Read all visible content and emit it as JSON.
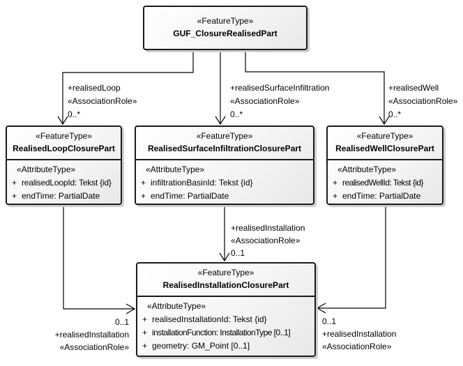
{
  "symbols": {
    "plus": "+"
  },
  "colors": {
    "background": "#ffffff",
    "box_border": "#1b1b1b",
    "box_fill_light": "#ffffff",
    "box_fill_dark": "#e8e8e8",
    "box_shadow": "#cfcfcf",
    "connector": "#000000",
    "text": "#000000"
  },
  "classes": {
    "guf": {
      "stereotype": "«FeatureType»",
      "name": "GUF_ClosureRealisedPart"
    },
    "loop": {
      "stereotype": "«FeatureType»",
      "name": "RealisedLoopClosurePart",
      "attr_header": "«AttributeType»",
      "attributes": [
        "realisedLoopId: Tekst {id}",
        "endTime: PartialDate"
      ]
    },
    "surface": {
      "stereotype": "«FeatureType»",
      "name": "RealisedSurfaceInfiltrationClosurePart",
      "attr_header": "«AttributeType»",
      "attributes": [
        "infiltrationBasinId: Tekst {id}",
        "endTime: PartialDate"
      ]
    },
    "well": {
      "stereotype": "«FeatureType»",
      "name": "RealisedWellClosurePart",
      "attr_header": "«AttributeType»",
      "attributes": [
        "realisedWellId: Tekst {id}",
        "endTime: PartialDate"
      ]
    },
    "installation": {
      "stereotype": "«FeatureType»",
      "name": "RealisedInstallationClosurePart",
      "attr_header": "«AttributeType»",
      "attributes": [
        "realisedInstallationId: Tekst {id}",
        "installationFunction: InstallationType [0..1]",
        "geometry: GM_Point [0..1]"
      ]
    }
  },
  "edge_labels": {
    "loop": {
      "role": "+realisedLoop",
      "stereotype": "«AssociationRole»",
      "multiplicity": "0..*"
    },
    "surface": {
      "role": "+realisedSurfaceInfiltration",
      "stereotype": "«AssociationRole»",
      "multiplicity": "0..*"
    },
    "well": {
      "role": "+realisedWell",
      "stereotype": "«AssociationRole»",
      "multiplicity": "0..*"
    },
    "installation_mid": {
      "role": "+realisedInstallation",
      "stereotype": "«AssociationRole»",
      "multiplicity": "0..1"
    },
    "installation_left": {
      "multiplicity": "0..1",
      "role": "+realisedInstallation",
      "stereotype": "«AssociationRole»"
    },
    "installation_right": {
      "multiplicity": "0..1",
      "role": "+realisedInstallation",
      "stereotype": "«AssociationRole»"
    }
  }
}
